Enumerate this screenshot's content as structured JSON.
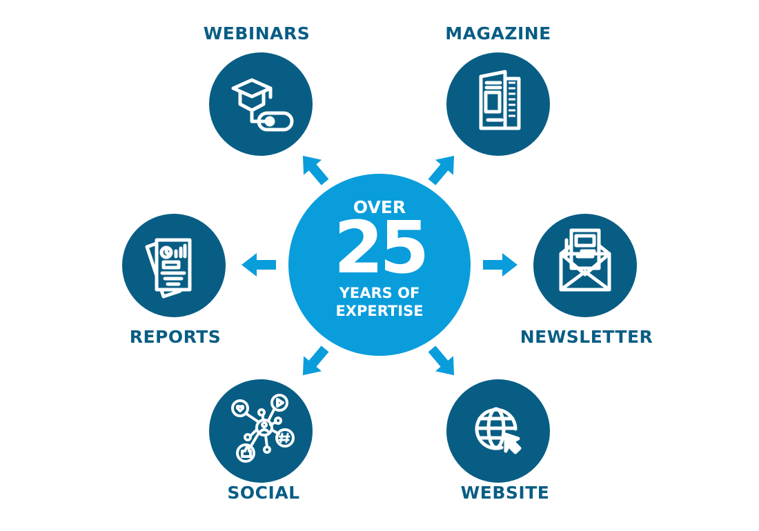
{
  "center": {
    "line1": "OVER",
    "number": "25",
    "line2": "YEARS OF",
    "line3": "EXPERTISE",
    "color": "#0a9ddc"
  },
  "colors": {
    "node": "#085d84",
    "arrow": "#0a9ddc",
    "label": "#085d84"
  },
  "nodes": [
    {
      "label": "WEBINARS",
      "icon": "graduation-cap-mouse-icon"
    },
    {
      "label": "MAGAZINE",
      "icon": "magazine-icon"
    },
    {
      "label": "REPORTS",
      "icon": "report-document-icon"
    },
    {
      "label": "NEWSLETTER",
      "icon": "envelope-newsletter-icon"
    },
    {
      "label": "SOCIAL",
      "icon": "social-network-icon"
    },
    {
      "label": "WEBSITE",
      "icon": "globe-cursor-icon"
    }
  ]
}
